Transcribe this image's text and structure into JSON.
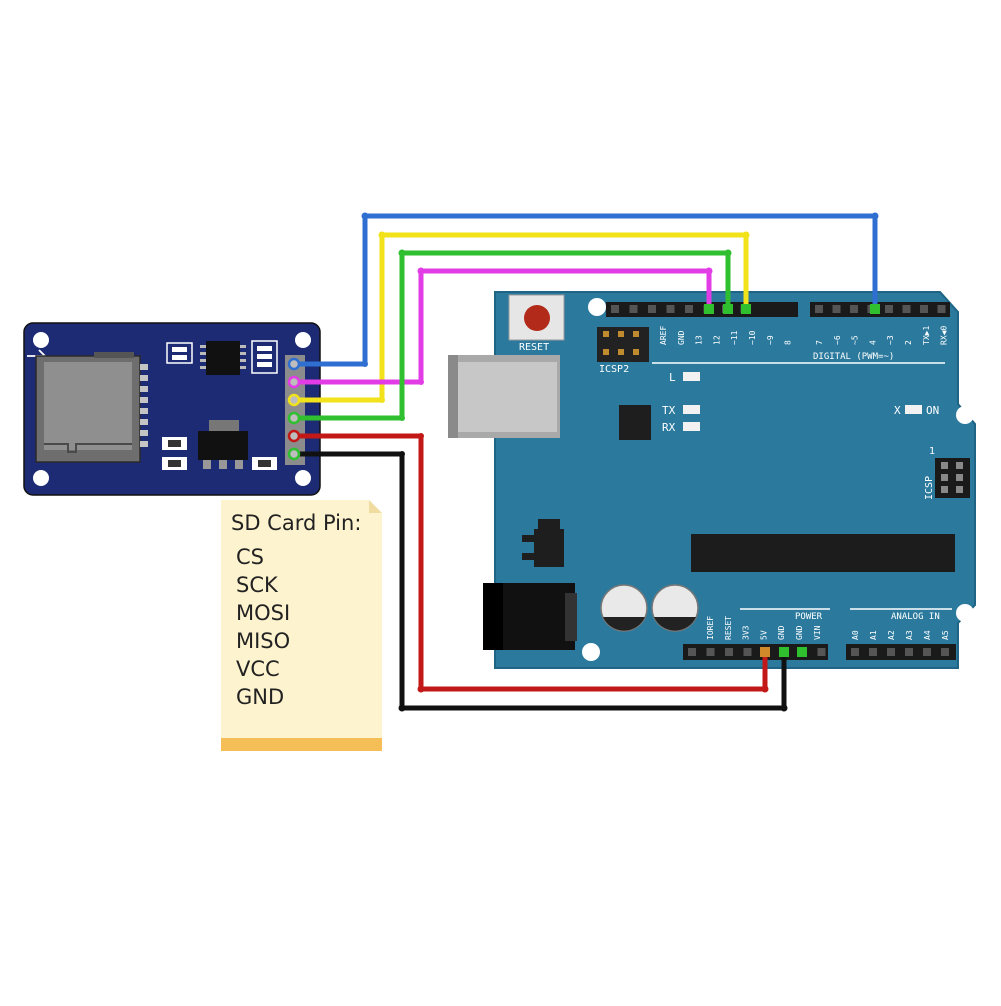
{
  "note": {
    "title": "SD Card Pin:",
    "pins": [
      "CS",
      "SCK",
      "MOSI",
      "MISO",
      "VCC",
      "GND"
    ]
  },
  "arduino": {
    "reset_label": "RESET",
    "icsp2_label": "ICSP2",
    "icsp_label": "ICSP",
    "icsp_pin1": "1",
    "led_l": "L",
    "led_tx": "TX",
    "led_rx": "RX",
    "on_label": "ON",
    "x_label": "X",
    "digital_label": "DIGITAL (PWM=~)",
    "power_label": "POWER",
    "analog_label": "ANALOG IN",
    "digital_left_pins": [
      "AREF",
      "GND",
      "13",
      "12",
      "~11",
      "~10",
      "~9",
      "8"
    ],
    "digital_right_pins": [
      "7",
      "~6",
      "~5",
      "4",
      "~3",
      "2",
      "TX▶1",
      "RX◀0"
    ],
    "power_pins": [
      "IOREF",
      "RESET",
      "3V3",
      "5V",
      "GND",
      "GND",
      "VIN"
    ],
    "analog_pins": [
      "A0",
      "A1",
      "A2",
      "A3",
      "A4",
      "A5"
    ]
  },
  "colors": {
    "board": "#2b7a9e",
    "board_edge": "#1f6485",
    "module": "#1c2b73",
    "wire_cs": "#2e6fd1",
    "wire_sck": "#f2e21a",
    "wire_mosi": "#e23ce6",
    "wire_miso": "#2fbf2f",
    "wire_vcc": "#c21818",
    "wire_gnd": "#111111",
    "note": "#fdf3cf",
    "note_fold": "#f6be57"
  }
}
